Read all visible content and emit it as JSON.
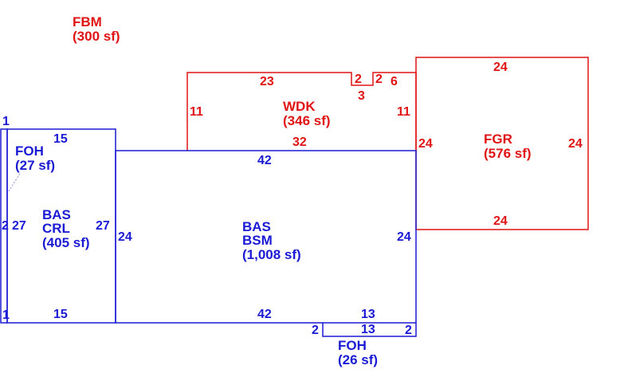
{
  "colors": {
    "blue": "#1a1ad4",
    "red": "#e01414"
  },
  "areas": {
    "fbm": {
      "code": "FBM",
      "size": "(300 sf)"
    },
    "wdk": {
      "code": "WDK",
      "size": "(346 sf)"
    },
    "fgr": {
      "code": "FGR",
      "size": "(576 sf)"
    },
    "foh_top": {
      "code": "FOH",
      "size": "(27 sf)"
    },
    "bas_crl": {
      "code1": "BAS",
      "code2": "CRL",
      "size": "(405 sf)"
    },
    "bas_bsm": {
      "code1": "BAS",
      "code2": "BSM",
      "size": "(1,008 sf)"
    },
    "foh_bottom": {
      "code": "FOH",
      "size": "(26 sf)"
    }
  },
  "dimensions": {
    "wdk_top": "23",
    "wdk_step_a": "2",
    "wdk_step_b": "2",
    "wdk_step_depth": "3",
    "wdk_top_right": "6",
    "wdk_left": "11",
    "wdk_right": "11",
    "wdk_bottom": "32",
    "fgr_top": "24",
    "fgr_left": "24",
    "fgr_right": "24",
    "fgr_bottom": "24",
    "foh_left_top": "1",
    "foh_left_bottom": "1",
    "foh_left_side_a": "2",
    "foh_left_side_b": "27",
    "crl_top": "15",
    "crl_bottom": "15",
    "crl_right": "27",
    "bsm_top": "42",
    "bsm_bottom": "42",
    "bsm_left": "24",
    "bsm_right": "24",
    "bsm_bottom_right": "13",
    "foh_bottom_top": "13",
    "foh_bottom_left": "2",
    "foh_bottom_right": "2"
  }
}
